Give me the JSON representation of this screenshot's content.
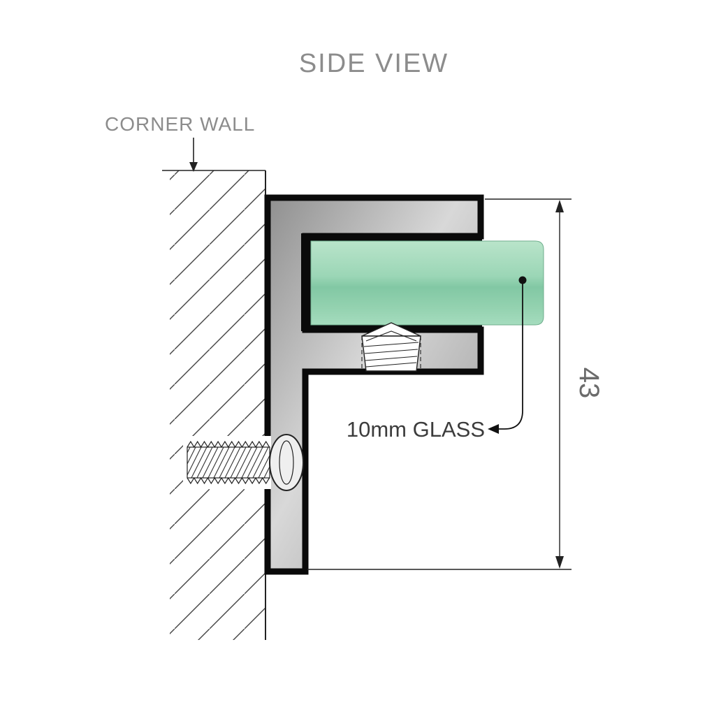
{
  "title": "SIDE VIEW",
  "annotations": {
    "corner_wall": "CORNER WALL",
    "glass_label": "10mm GLASS",
    "height_dimension": "43"
  },
  "colors": {
    "glass_green_light": "#b9e4ca",
    "glass_green_dark": "#82c8a4",
    "bracket_metal_light": "#d8d8d8",
    "bracket_metal_dark": "#949494",
    "outline_black": "#111111",
    "annotation_gray": "#8c8c8c",
    "dimension_gray": "#6b6b6b"
  },
  "diagram": {
    "type": "technical-drawing",
    "subject": "glass-clamp-bracket-cross-section"
  }
}
